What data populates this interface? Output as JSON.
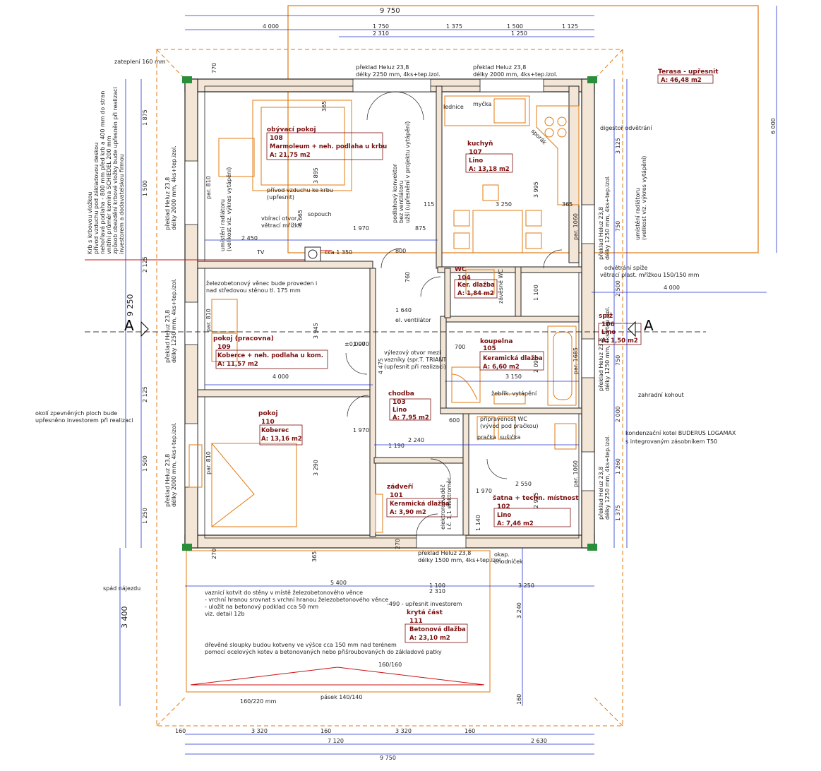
{
  "dims": {
    "top_total": "9 750",
    "top_parts": [
      "4 000",
      "1 750",
      "1 375",
      "1 500",
      "1 125"
    ],
    "top_sub": [
      "2 310",
      "1 250"
    ],
    "bottom_parts": [
      "160",
      "3 320",
      "160",
      "3 320",
      "160"
    ],
    "bottom_mid": [
      "7 120",
      "2 630"
    ],
    "bottom_total": "9 750",
    "left_vert": [
      "1 875",
      "1 500",
      "2 125",
      "2 125",
      "1 500",
      "1 250"
    ],
    "right_vert": [
      "3 125",
      "750",
      "2 500",
      "750",
      "2 000",
      "1 260",
      "1 375",
      "6 000"
    ],
    "left_big": "9 250",
    "porch_height": "3 400",
    "porch_width": "5 400",
    "porch_sub": [
      "1 100",
      "2 310"
    ],
    "porch_right": [
      "3 250",
      "3 240"
    ],
    "inner": [
      "2 450",
      "1 970",
      "875",
      "3 250",
      "365",
      "1 640",
      "1 970",
      "2 240",
      "1 970",
      "3 150",
      "2 550",
      "1 970",
      "4 000",
      "3 995",
      "3 945",
      "4 475",
      "3 290",
      "2 925",
      "2 095",
      "1 100",
      "4 000",
      "5 665",
      "3 895",
      "270",
      "770",
      "270",
      "365",
      "365",
      "115",
      "800",
      "700",
      "600",
      "760",
      "1 190",
      "1 140",
      "160"
    ]
  },
  "rooms": [
    {
      "name": "obývací pokoj",
      "num": "108",
      "floor": "Marmoleum + neh. podlaha u krbu",
      "area": "A: 21,75 m2"
    },
    {
      "name": "kuchyň",
      "num": "107",
      "floor": "Lino",
      "area": "A: 13,18 m2"
    },
    {
      "name": "WC",
      "num": "104",
      "floor": "Ker. dlažba",
      "area": "A: 1,84 m2"
    },
    {
      "name": "spíž",
      "num": "106",
      "floor": "Lino",
      "area": "A: 1,50 m2"
    },
    {
      "name": "pokoj (pracovna)",
      "num": "109",
      "floor": "Koberce + neh. podlaha u kom.",
      "area": "A: 11,57 m2"
    },
    {
      "name": "koupelna",
      "num": "105",
      "floor": "Keramická dlažba",
      "area": "A: 6,60 m2"
    },
    {
      "name": "chodba",
      "num": "103",
      "floor": "Lino",
      "area": "A: 7,95 m2"
    },
    {
      "name": "pokoj",
      "num": "110",
      "floor": "Koberec",
      "area": "A: 13,16 m2"
    },
    {
      "name": "zádveří",
      "num": "101",
      "floor": "Keramická dlažba",
      "area": "A: 3,90 m2"
    },
    {
      "name": "šatna + techn. místnost",
      "num": "102",
      "floor": "Lino",
      "area": "A: 7,46 m2"
    },
    {
      "name": "krytá část",
      "num": "111",
      "floor": "Betonová dlažba",
      "area": "A: 23,10 m2"
    }
  ],
  "terrace": {
    "name": "Terasa - upřesnit",
    "area": "A: 46,48 m2"
  },
  "section_mark": "A",
  "notes": {
    "insulation": "zateplení 160 mm",
    "fireplace": [
      "Krb s krbovou vložkou",
      "přívod vzduchu pod základovou deskou",
      "nehořlavá podlaha - 800 mm před krb a 400 mm do stran",
      "vnitřní průměr komína SCHIEDEL 200 mm",
      "způsob obezdění krbové vložky bude upřesněn při realizaci",
      "investorem a dodavatelskou firmou"
    ],
    "lintel_top1": [
      "překlad Heluz 23,8",
      "délky 2250 mm, 4ks+tep.izol."
    ],
    "lintel_top2": [
      "překlad Heluz 23,8",
      "délky 2000 mm, 4ks+tep.izol."
    ],
    "hood": "digestoř odvětrání",
    "fridge": "lednice",
    "sink": "myčka",
    "stove": "sporák",
    "convector": [
      "podlahový konvektor",
      "bez ventilátoru",
      "užší (upřesnění v projektu vytápění)"
    ],
    "air_supply": [
      "přívod vzduchu ke krbu",
      "(upřesnit)"
    ],
    "chimney": "sopouch",
    "opening": [
      "vbírací otvor,",
      "větrací mřížka"
    ],
    "tv": "TV",
    "cca": "cca 1 350",
    "radiator_left": [
      "umístění radiátoru",
      "(velikost viz. výkres vytápění)"
    ],
    "radiator_right": [
      "umístění radiátoru",
      "(velikost viz. výkres vytápění)"
    ],
    "lintel_left1": [
      "překlad Heluz 23,8",
      "délky 2000 mm, 4ks+tep.izol."
    ],
    "lintel_left2": [
      "překlad Heluz 23,8",
      "délky 1250 mm, 4ks+tep.izol."
    ],
    "lintel_left3": [
      "překlad Heluz 23,8",
      "délky 2000 mm, 4ks+tep.izol."
    ],
    "lintel_right1": [
      "překlad Heluz 23,8",
      "délky 1250 mm, 4ks+tep.izol."
    ],
    "lintel_right2": [
      "překlad Heluz 23,8",
      "délky 1250 mm, 4ks+tep.izol."
    ],
    "lintel_right3": [
      "překlad Heluz 23,8",
      "délky 1250 mm, 4ks+tep.izol."
    ],
    "lintel_bottom": [
      "překlad Heluz 23,8",
      "délky 1500 mm, 4ks+tep.izol."
    ],
    "par_labels": [
      "par. 810",
      "par. 810",
      "par. 810",
      "par. 1060",
      "par. 1685",
      "par. 1060"
    ],
    "ring_beam": [
      "železobetonový věnec bude proveden i",
      "nad středovou stěnou tl. 175 mm"
    ],
    "pantry_vent": [
      "odvětrání spíže",
      "větrací plast. mřížkou 150/150 mm"
    ],
    "el_vent": "el. ventilátor",
    "level": "±0,000",
    "service_gap": [
      "výlezový otvor mezi",
      "vazníky (spr.T. TRIANT",
      "(upřesnit při realizaci)"
    ],
    "wc_wall": "závěsné WC",
    "ladder": "žebřík. vytápění",
    "garden_tap": "zahradní kohout",
    "boiler": [
      "kondenzační kotel BUDERUS LOGAMAX",
      "s integrovaným zásobníkem T50"
    ],
    "laundry": [
      "připravenost WC",
      "(vývod pod pračkou)"
    ],
    "washer": "pračka",
    "dryer": "sušička",
    "electro": [
      "elektrorozvaděč",
      "i.č. 1,1 elektroměr"
    ],
    "window_ledge": [
      "okap.",
      "chodníček"
    ],
    "paving": [
      "okolí zpevněných ploch bude",
      "upřesněno investorem při realizaci"
    ],
    "slope": "spád nájezdu",
    "truss": [
      "vaznicí kotvit do stěny v místě železobetonového věnce",
      "- vrchní hranou srovnat s vrchní hranou železobetonového věnce",
      "- uložit na betonový podklad cca 50 mm",
      "viz. detail 12b"
    ],
    "investor": "-490 - upřesnit investorem",
    "columns": [
      "dřevěné sloupky budou kotveny ve výšce cca 150 mm nad terénem",
      "pomocí ocelových kotev a betonovaných nebo přišroubovaných do základové patky"
    ],
    "beam1": "160/160",
    "beam2": "160/220 mm",
    "strap": "pásek 140/140"
  },
  "colors": {
    "room_text": "#7a0f0f",
    "dim_line": "#2233cc",
    "furniture": "#e07a10",
    "wall_fill": "#f3e6d6",
    "red_line": "#cc1111"
  }
}
